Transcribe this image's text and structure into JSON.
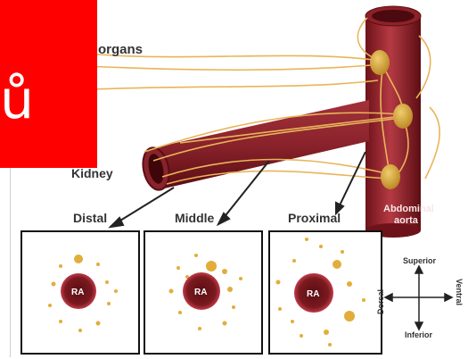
{
  "labels": {
    "organs": "organs",
    "kidney": "Kidney",
    "abdominal_aorta_line1": "Abdominal",
    "abdominal_aorta_line2": "aorta",
    "distal": "Distal",
    "middle": "Middle",
    "proximal": "Proximal",
    "ra": "RA",
    "superior": "Superior",
    "inferior": "Inferior",
    "dorsal": "Dorsal",
    "ventral": "Ventral"
  },
  "badge": {
    "glyph": "ů"
  },
  "colors": {
    "vessel": "#7a1a1f",
    "vessel_light": "#a6323a",
    "nerve": "#e8b55a",
    "ganglion": "#d8a637",
    "badge": "#ff0000"
  }
}
